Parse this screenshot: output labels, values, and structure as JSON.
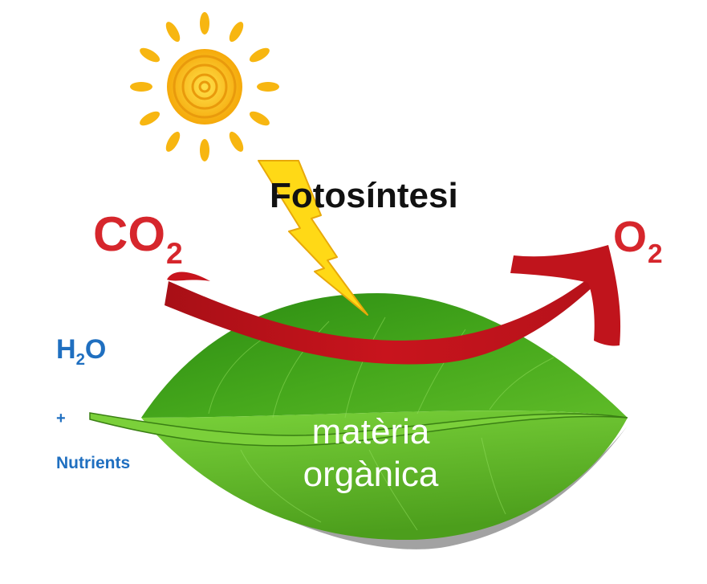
{
  "title": "Fotosíntesi",
  "inputs": {
    "co2": {
      "base": "CO",
      "subscript": "2"
    },
    "h2o": {
      "base1": "H",
      "subscript": "2",
      "base2": "O"
    },
    "plus": "+",
    "nutrients": "Nutrients"
  },
  "outputs": {
    "o2": {
      "base": "O",
      "subscript": "2"
    },
    "organic_matter": {
      "line1": "matèria",
      "line2": "orgànica"
    }
  },
  "icons": [
    "sun-icon",
    "lightning-bolt-icon",
    "arrow-icon",
    "leaf-icon"
  ],
  "colors": {
    "arrow": "#c0141c",
    "gas_label": "#d6262c",
    "water_label": "#1f6fc0",
    "leaf": "#3fa11a",
    "sun": "#f6b80e",
    "bolt": "#ffd916"
  }
}
